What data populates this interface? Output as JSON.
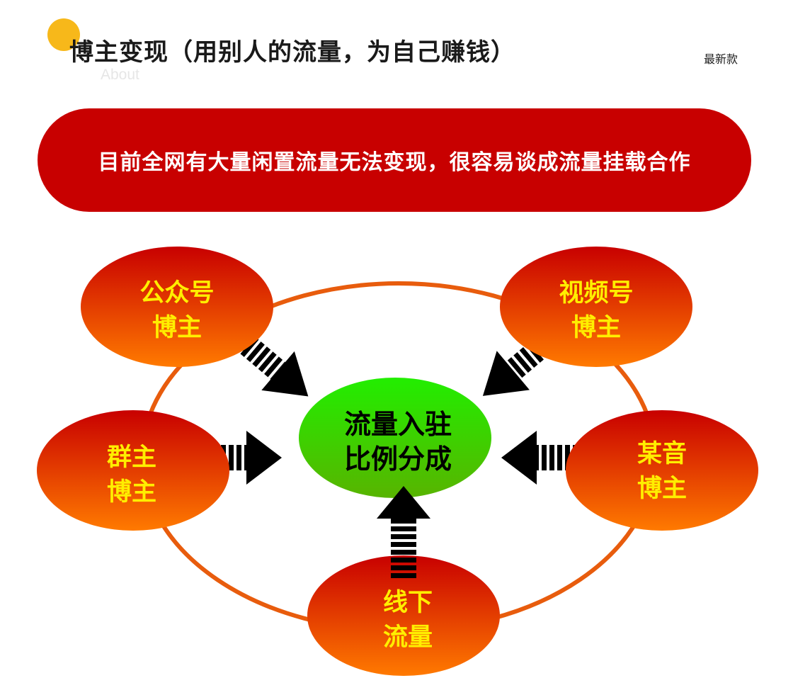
{
  "header": {
    "title": "博主变现（用别人的流量，为自己赚钱）",
    "subtitle": "About",
    "badge": "最新款"
  },
  "banner": {
    "text": "目前全网有大量闲置流量无法变现，很容易谈成流量挂载合作"
  },
  "diagram": {
    "center": {
      "line1": "流量入驻",
      "line2": "比例分成"
    },
    "nodes": [
      {
        "id": "gzh",
        "line1": "公众号",
        "line2": "博主"
      },
      {
        "id": "sph",
        "line1": "视频号",
        "line2": "博主"
      },
      {
        "id": "qz",
        "line1": "群主",
        "line2": "博主"
      },
      {
        "id": "my",
        "line1": "某音",
        "line2": "博主"
      },
      {
        "id": "xx",
        "line1": "线下",
        "line2": "流量"
      }
    ]
  },
  "colors": {
    "node_top": "#c80000",
    "node_bottom": "#ff7a00",
    "node_text": "#ffee00",
    "center_top": "#22ee00",
    "center_bottom": "#58b400",
    "ring": "#e85c0d",
    "banner": "#c80000",
    "arrow": "#000000"
  }
}
